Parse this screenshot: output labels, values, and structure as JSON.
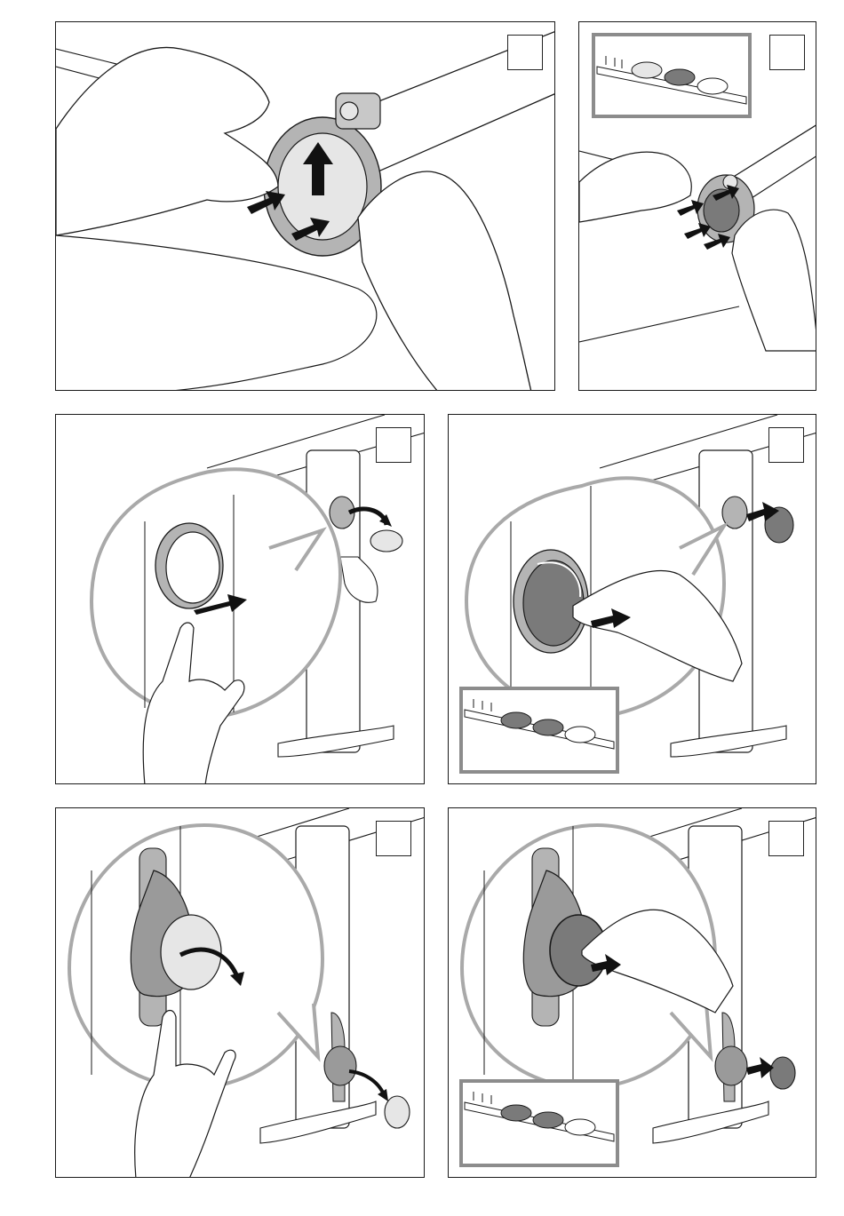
{
  "document": {
    "page_type": "assembly-instructions",
    "panels": [
      {
        "id": "panel-1",
        "step_number": "",
        "scene": "two-hands-pressing-cap-on-rail-clamp"
      },
      {
        "id": "panel-2",
        "step_number": "",
        "scene": "hands-pressing-dark-cap-with-inset-cap-strip"
      },
      {
        "id": "panel-3",
        "step_number": "",
        "scene": "remove-light-cap-from-post-with-zoom"
      },
      {
        "id": "panel-4",
        "step_number": "",
        "scene": "insert-dark-cap-into-post-with-zoom-and-inset"
      },
      {
        "id": "panel-5",
        "step_number": "",
        "scene": "remove-light-cap-from-lower-bracket-with-zoom"
      },
      {
        "id": "panel-6",
        "step_number": "",
        "scene": "insert-dark-cap-into-lower-bracket-with-zoom-and-inset"
      }
    ],
    "colors": {
      "line": "#1a1a1a",
      "cap_light": "#e6e6e6",
      "cap_dark": "#7a7a7a",
      "ring": "#b4b4b4",
      "inset_border": "#8c8c8c",
      "arrow": "#111111"
    },
    "icons": [
      "push-arrow-icon",
      "rotate-arrow-icon",
      "finger-pointing-icon",
      "hand-icon"
    ]
  }
}
